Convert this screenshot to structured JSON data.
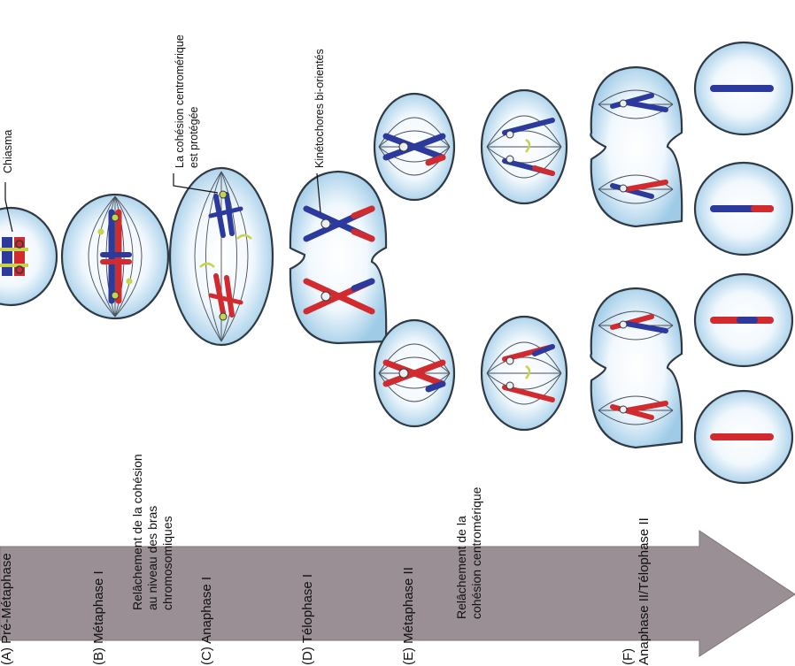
{
  "stages": [
    {
      "id": "A",
      "label": "(A) Pré-Métaphase"
    },
    {
      "id": "B",
      "label": "(B) Métaphase I"
    },
    {
      "id": "C",
      "label": "(C) Anaphase I"
    },
    {
      "id": "D",
      "label": "(D) Télophase I"
    },
    {
      "id": "E",
      "label": "(E) Métaphase II"
    },
    {
      "id": "F",
      "label_line1": "(F)",
      "label_line2": "Anaphase II/Télophase II"
    }
  ],
  "notes": {
    "arm_cohesion": [
      "Relâchement de la cohésion",
      "au niveau des bras",
      "chromosomiques"
    ],
    "centromeric_cohesion": [
      "Relâchement de la",
      "cohésion centromérique"
    ]
  },
  "callouts": {
    "chiasma": "Chiasma",
    "protected": [
      "La cohésion centromérique",
      "est protégée"
    ],
    "kinetochores": "Kinétochores bi-orientés"
  },
  "colors": {
    "arrow": "#9a8f95",
    "cell_fill": "#cfe6f4",
    "chromosome_maternal": "#2c3a9e",
    "chromosome_paternal": "#d12a2f",
    "cohesin": "#c8d24a"
  }
}
